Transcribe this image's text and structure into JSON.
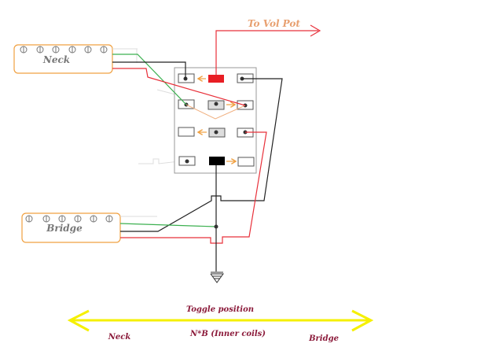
{
  "labels": {
    "vol_pot": "To Vol Pot",
    "neck_pickup": "Neck",
    "bridge_pickup": "Bridge",
    "toggle_title": "Toggle position",
    "pos_neck": "Neck",
    "pos_middle": "N*B (Inner coils)",
    "pos_bridge": "Bridge"
  },
  "colors": {
    "pickup_outline": "#f0a040",
    "hot_wire": "#e8303a",
    "ground_wire": "#222222",
    "coil_wire": "#3cb050",
    "jumper": "#f0a060",
    "toggle_arrow": "#f5f000",
    "caption": "#8b1a3a",
    "vol_label": "#e8a070"
  }
}
